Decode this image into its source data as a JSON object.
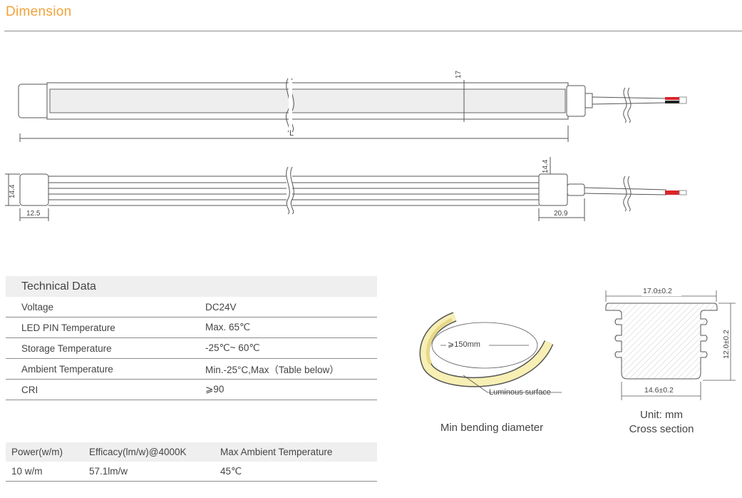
{
  "section": {
    "title": "Dimension"
  },
  "dimensions": {
    "top_height": "17",
    "top_length": "L",
    "side_height_left": "14.4",
    "side_height_right": "14.4",
    "end_cap_left": "12.5",
    "end_cap_right": "20.9"
  },
  "technical_data": {
    "title": "Technical Data",
    "rows": [
      {
        "label": "Voltage",
        "value": "DC24V"
      },
      {
        "label": "LED PIN Temperature",
        "value": "Max. 65℃"
      },
      {
        "label": "Storage Temperature",
        "value": "-25℃~ 60℃"
      },
      {
        "label": "Ambient Temperature",
        "value": "Min.-25°C,Max（Table below）"
      },
      {
        "label": "CRI",
        "value": "⩾90"
      }
    ]
  },
  "performance": {
    "headers": [
      "Power(w/m)",
      "Efficacy(lm/w)@4000K",
      "Max Ambient Temperature"
    ],
    "rows": [
      [
        "10 w/m",
        "57.1lm/w",
        "45℃"
      ]
    ]
  },
  "bending": {
    "diameter_label": "⩾150mm",
    "surface_label": "Luminous surface",
    "caption": "Min bending diameter"
  },
  "cross_section": {
    "width_top": "17.0±0.2",
    "height": "12.0±0.2",
    "width_bottom": "14.6±0.2",
    "unit": "Unit: mm",
    "caption": "Cross section"
  },
  "colors": {
    "accent": "#f0a33c",
    "wire_red": "#d9262c",
    "rule": "#8c8c8c",
    "header_bg": "#efefef"
  }
}
